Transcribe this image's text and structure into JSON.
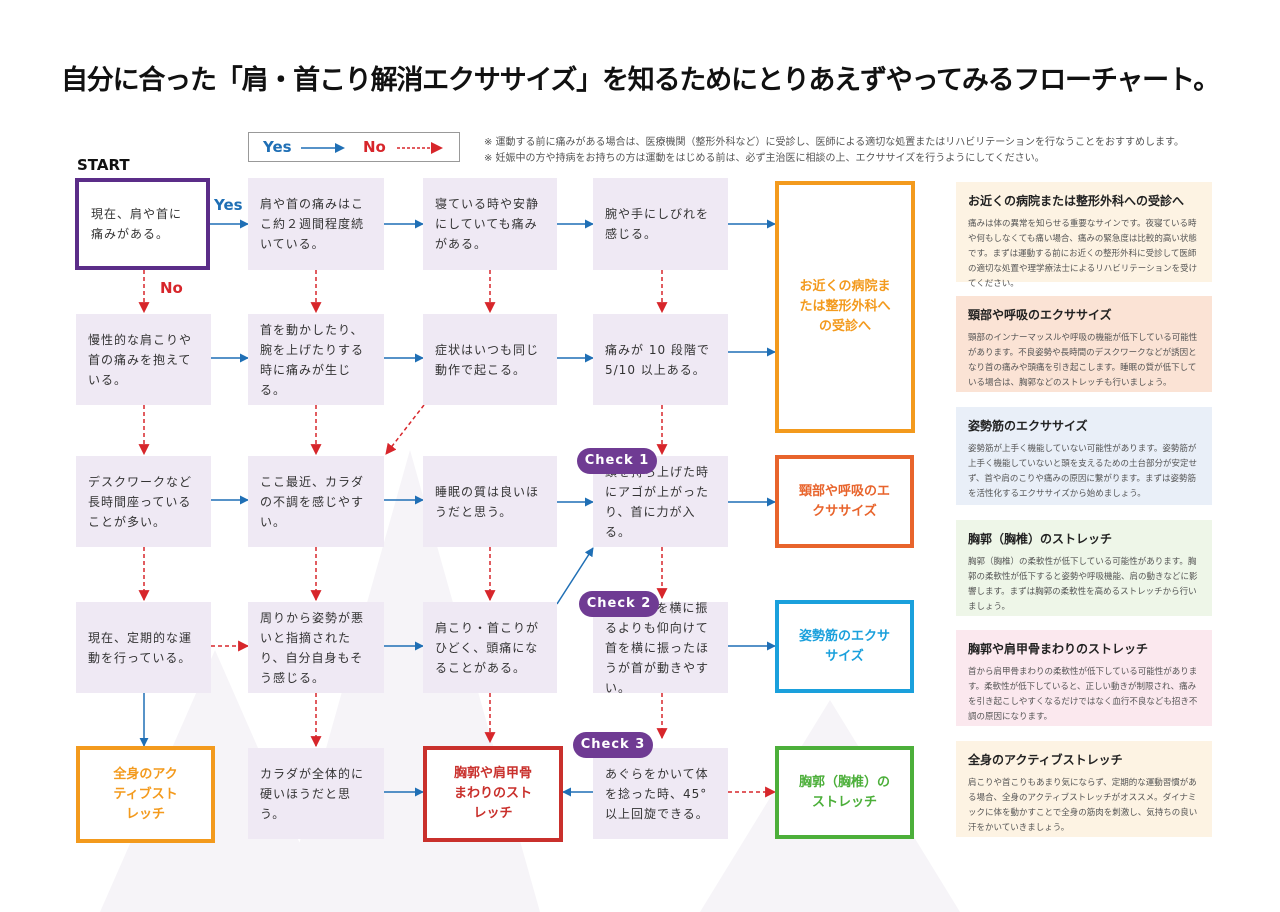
{
  "title": "自分に合った「肩・首こり解消エクササイズ」を知るためにとりあえずやってみるフローチャート。",
  "legend": {
    "yes": "Yes",
    "no": "No"
  },
  "notes": [
    "※ 運動する前に痛みがある場合は、医療機関（整形外科など）に受診し、医師による適切な処置またはリハビリテーションを行なうことをおすすめします。",
    "※ 妊娠中の方や持病をお持ちの方は運動をはじめる前は、必ず主治医に相談の上、エクササイズを行うようにしてください。"
  ],
  "start_label": "START",
  "edge_labels": {
    "yes": "Yes",
    "no": "No"
  },
  "questions": {
    "q_start": "現在、肩や首に痛みがある。",
    "q_r1_2": "肩や首の痛みはここ約２週間程度続いている。",
    "q_r1_3": "寝ている時や安静にしていても痛みがある。",
    "q_r1_4": "腕や手にしびれを感じる。",
    "q_r2_1": "慢性的な肩こりや首の痛みを抱えている。",
    "q_r2_2": "首を動かしたり、腕を上げたりする時に痛みが生じる。",
    "q_r2_3": "症状はいつも同じ動作で起こる。",
    "q_r2_4": "痛みが 10 段階で 5/10 以上ある。",
    "q_r3_1": "デスクワークなど長時間座っていることが多い。",
    "q_r3_2": "ここ最近、カラダの不調を感じやすい。",
    "q_r3_3": "睡眠の質は良いほうだと思う。",
    "q_r3_4": "頭を持ち上げた時にアゴが上がったり、首に力が入る。",
    "q_r4_1": "現在、定期的な運動を行っている。",
    "q_r4_2": "周りから姿勢が悪いと指摘されたり、自分自身もそう感じる。",
    "q_r4_3": "肩こり・首こりがひどく、頭痛になることがある。",
    "q_r4_4": "立って首を横に振るよりも仰向けて首を横に振ったほうが首が動きやすい。",
    "q_r5_2": "カラダが全体的に硬いほうだと思う。",
    "q_r5_4": "あぐらをかいて体を捻った時、45° 以上回旋できる。"
  },
  "checks": [
    "Check 1",
    "Check 2",
    "Check 3"
  ],
  "results": {
    "hospital": "お近くの病院または整形外科への受診へ",
    "neck": "頸部や呼吸のエクササイズ",
    "posture": "姿勢筋のエクササイズ",
    "thoracic": "胸郭（胸椎）のストレッチ",
    "active": "全身のアクティブストレッチ",
    "shoulder": "胸郭や肩甲骨まわりのストレッチ"
  },
  "info_boxes": [
    {
      "title": "お近くの病院または整形外科への受診へ",
      "text": "痛みは体の異常を知らせる重要なサインです。夜寝ている時や何もしなくても痛い場合、痛みの緊急度は比較的高い状態です。まずは運動する前にお近くの整形外科に受診して医師の適切な処置や理学療法士によるリハビリテーションを受けてください。"
    },
    {
      "title": "頸部や呼吸のエクササイズ",
      "text": "頸部のインナーマッスルや呼吸の機能が低下している可能性があります。不良姿勢や長時間のデスクワークなどが誘因となり首の痛みや頭痛を引き起こします。睡眠の質が低下している場合は、胸郭などのストレッチも行いましょう。"
    },
    {
      "title": "姿勢筋のエクササイズ",
      "text": "姿勢筋が上手く機能していない可能性があります。姿勢筋が上手く機能していないと頭を支えるための土台部分が安定せず、首や肩のこりや痛みの原因に繋がります。まずは姿勢筋を活性化するエクササイズから始めましょう。"
    },
    {
      "title": "胸郭（胸椎）のストレッチ",
      "text": "胸郭（胸椎）の柔軟性が低下している可能性があります。胸郭の柔軟性が低下すると姿勢や呼吸機能、肩の動きなどに影響します。まずは胸郭の柔軟性を高めるストレッチから行いましょう。"
    },
    {
      "title": "胸郭や肩甲骨まわりのストレッチ",
      "text": "首から肩甲骨まわりの柔軟性が低下している可能性があります。柔軟性が低下していると、正しい動きが制限され、痛みを引き起こしやすくなるだけではなく血行不良なども招き不調の原因になります。"
    },
    {
      "title": "全身のアクティブストレッチ",
      "text": "肩こりや首こりもあまり気にならず、定期的な運動習慣がある場合、全身のアクティブストレッチがオススメ。ダイナミックに体を動かすことで全身の筋肉を刺激し、気持ちの良い汗をかいていきましょう。"
    }
  ],
  "colors": {
    "yes": "#1f6fb5",
    "no": "#d7262b",
    "start": "#5b2d88",
    "hospital": "#f39a1d",
    "neck": "#e8642c",
    "posture": "#1aa0dc",
    "thoracic": "#4caf3a",
    "active": "#f39a1d",
    "shoulder": "#c9302c",
    "check": "#6f3b93"
  }
}
